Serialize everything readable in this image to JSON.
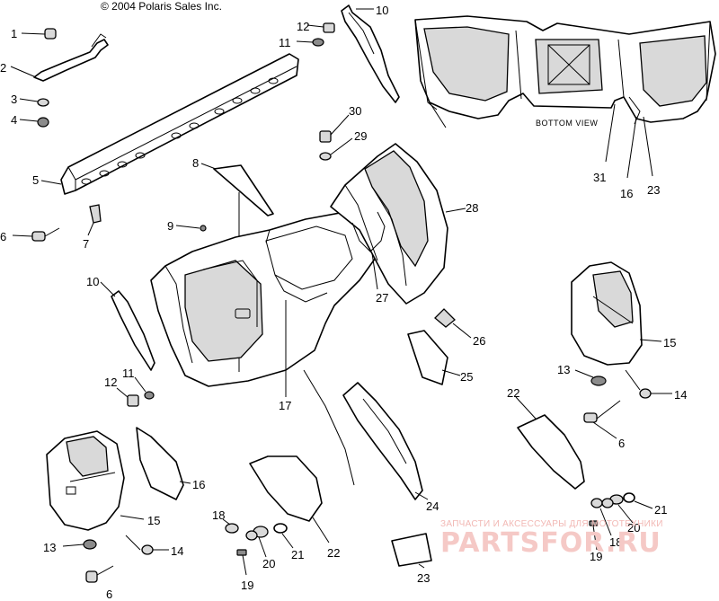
{
  "copyright": "© 2004 Polaris Sales Inc.",
  "inset_caption": "BOTTOM VIEW",
  "watermark": {
    "tagline": "ЗАПЧАСТИ И АКСЕССУАРЫ ДЛЯ МОТОТЕХНИКИ",
    "site": "PARTSFOR.RU"
  },
  "callouts": [
    "1",
    "2",
    "3",
    "4",
    "5",
    "6",
    "7",
    "8",
    "9",
    "10",
    "11",
    "12",
    "30",
    "29",
    "28",
    "27",
    "26",
    "25",
    "17",
    "10",
    "11",
    "12",
    "15",
    "13",
    "6",
    "14",
    "22",
    "16",
    "24",
    "22",
    "21",
    "20",
    "18",
    "19",
    "14",
    "13",
    "15",
    "6",
    "23",
    "21",
    "20",
    "18",
    "19",
    "31",
    "16",
    "23"
  ]
}
